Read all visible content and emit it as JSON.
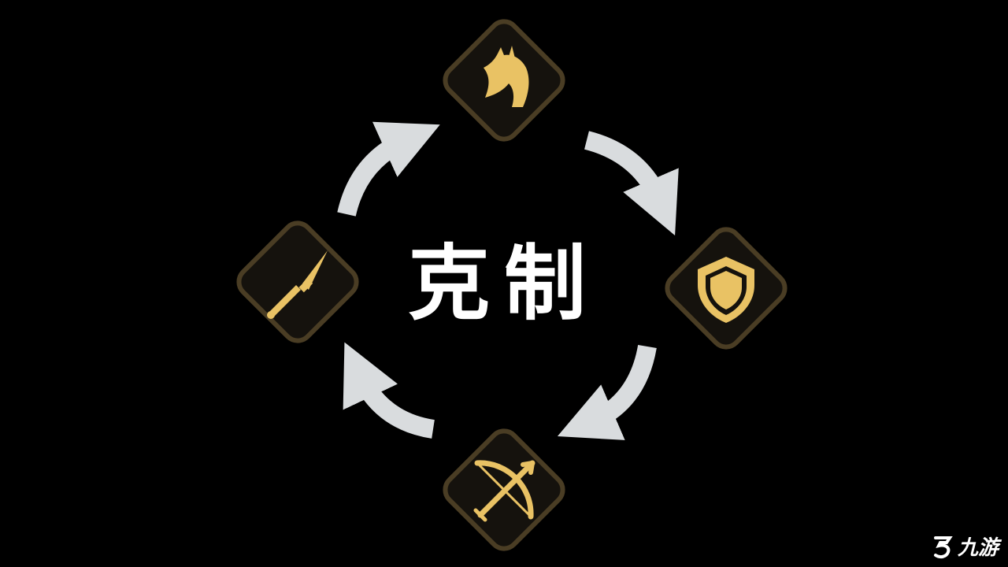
{
  "title": "克制",
  "units": [
    {
      "name": "cavalry",
      "icon": "horse-head-icon"
    },
    {
      "name": "shield",
      "icon": "shield-icon"
    },
    {
      "name": "archer",
      "icon": "bow-and-arrow-icon"
    },
    {
      "name": "spear",
      "icon": "spear-icon"
    }
  ],
  "cycle_order": [
    "cavalry",
    "shield",
    "archer",
    "spear"
  ],
  "colors": {
    "background": "#000000",
    "gold": "#e9c264",
    "tile": "#15120d",
    "tile_border": "#4a3d24",
    "arrow": "#d9dcde",
    "text": "#ffffff"
  },
  "watermark": {
    "text": "九游",
    "icon": "jiuyou-logo-icon"
  }
}
